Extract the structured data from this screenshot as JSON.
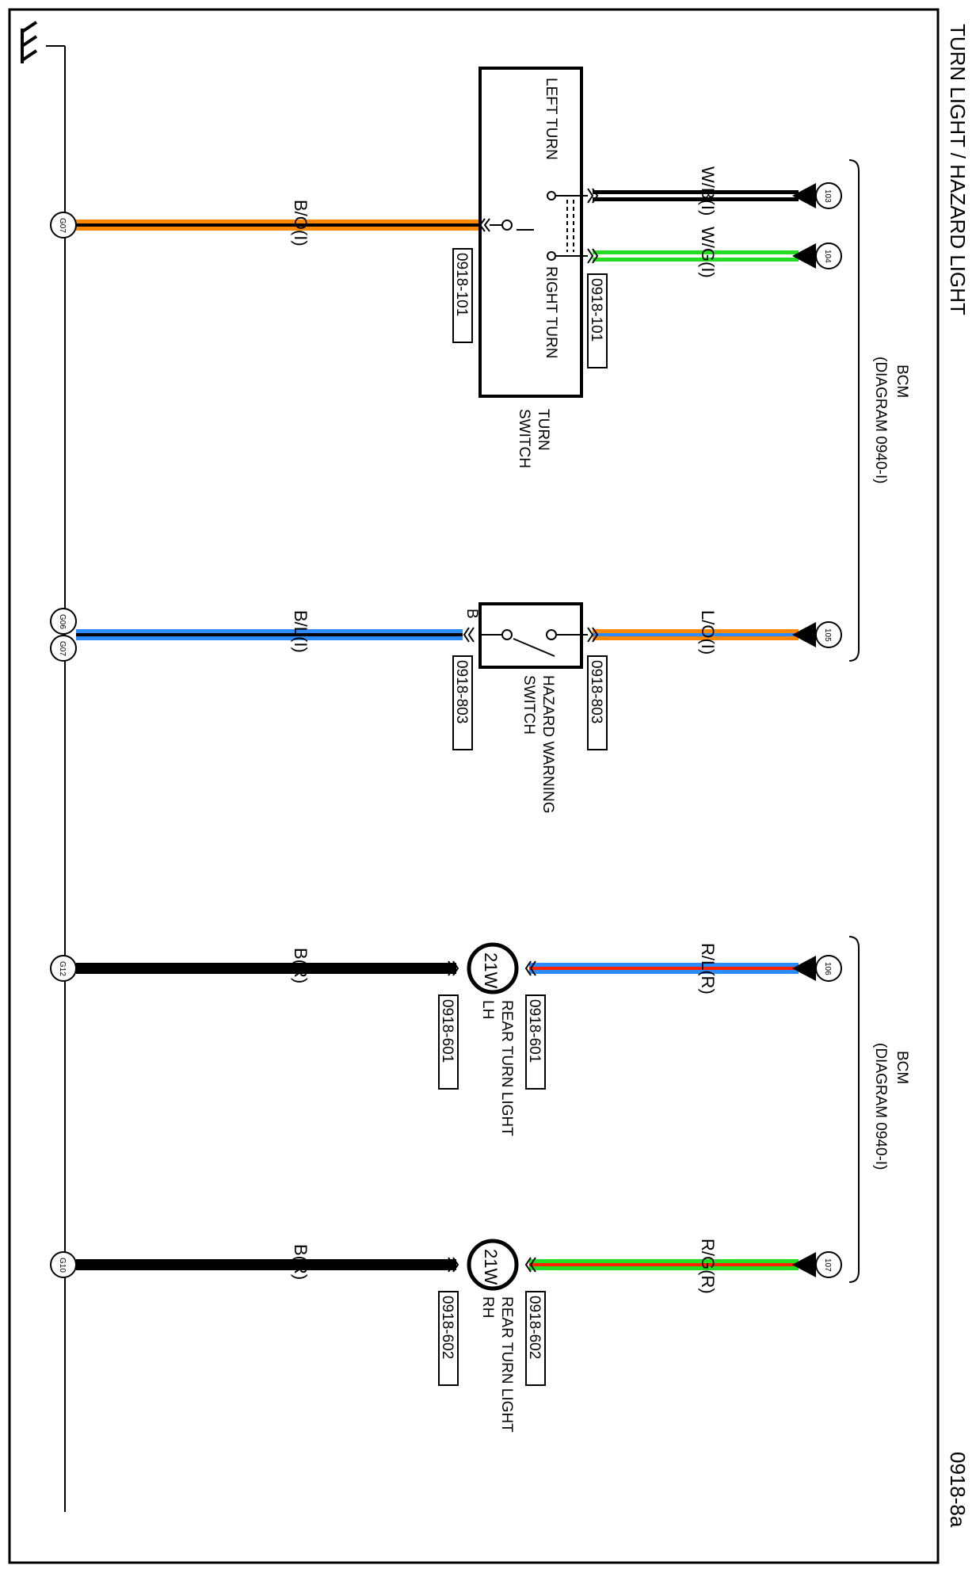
{
  "title": "TURN LIGHT / HAZARD LIGHT",
  "page_number": "0918-8a",
  "bcm_labels": [
    {
      "name": "BCM",
      "ref": "(DIAGRAM  0940-I)"
    },
    {
      "name": "BCM",
      "ref": "(DIAGRAM  0940-I)"
    }
  ],
  "pins": {
    "p103": "103",
    "p104": "104",
    "p105": "105",
    "p106": "106",
    "p107": "107"
  },
  "grounds": {
    "g07a": "G07",
    "g06": "G06",
    "g07b": "G07",
    "g12": "G12",
    "g10": "G10"
  },
  "wires": {
    "w103": {
      "label": "W/B(I)",
      "base": "#000000",
      "stripe": "#ffffff"
    },
    "w104": {
      "label": "W/G(I)",
      "base": "#22dd22",
      "stripe": "#ffffff"
    },
    "w105": {
      "label": "L/O(I)",
      "base": "#ff8800",
      "stripe": "#2a8cff"
    },
    "w106": {
      "label": "R/L(R)",
      "base": "#2a8cff",
      "stripe": "#ff2200"
    },
    "w107": {
      "label": "R/G(R)",
      "base": "#22dd22",
      "stripe": "#ff2200"
    },
    "g_bo": {
      "label": "B/O(I)",
      "base": "#ff8800",
      "stripe": "#000000"
    },
    "g_bl": {
      "label": "B/L(I)",
      "base": "#2a8cff",
      "stripe": "#000000"
    },
    "g_br1": {
      "label": "B(R)",
      "base": "#000000",
      "stripe": "#000000"
    },
    "g_br2": {
      "label": "B(R)",
      "base": "#000000",
      "stripe": "#000000"
    }
  },
  "turn_switch": {
    "left": "LEFT TURN",
    "right": "RIGHT TURN",
    "name_line1": "TURN",
    "name_line2": "SWITCH",
    "conn_top": "0918-101",
    "conn_bottom": "0918-101"
  },
  "hazard_switch": {
    "terminal": "B",
    "name_line1": "HAZARD WARNING",
    "name_line2": "SWITCH",
    "conn_top": "0918-803",
    "conn_bottom": "0918-803"
  },
  "lamp_lh": {
    "watt": "21W",
    "name_line1": "REAR TURN LIGHT",
    "name_line2": "LH",
    "conn_top": "0918-601",
    "conn_bottom": "0918-601"
  },
  "lamp_rh": {
    "watt": "21W",
    "name_line1": "REAR TURN LIGHT",
    "name_line2": "RH",
    "conn_top": "0918-602",
    "conn_bottom": "0918-602"
  }
}
